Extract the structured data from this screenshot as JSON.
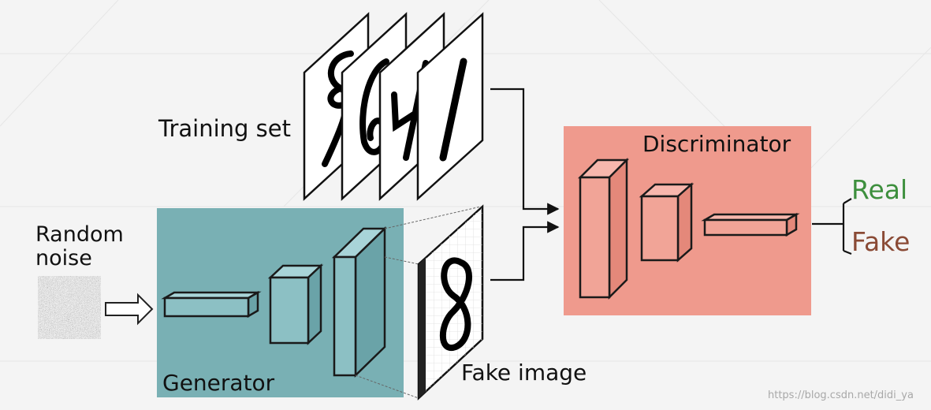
{
  "labels": {
    "training_set": "Training set",
    "random_noise_line1": "Random",
    "random_noise_line2": "noise",
    "generator": "Generator",
    "fake_image": "Fake image",
    "discriminator": "Discriminator",
    "real": "Real",
    "fake": "Fake"
  },
  "watermark": "https://blog.csdn.net/didi_ya",
  "colors": {
    "generator_box": "#79b0b4",
    "discriminator_box": "#ef9a8d",
    "real_text": "#3d8f3d",
    "fake_text": "#8a4a35",
    "block_fill_generator": "#8cc0c4",
    "block_fill_discriminator": "#f1a497"
  },
  "icons": {
    "noise": "noise-texture-icon",
    "input_arrow": "hollow-right-arrow-icon"
  }
}
